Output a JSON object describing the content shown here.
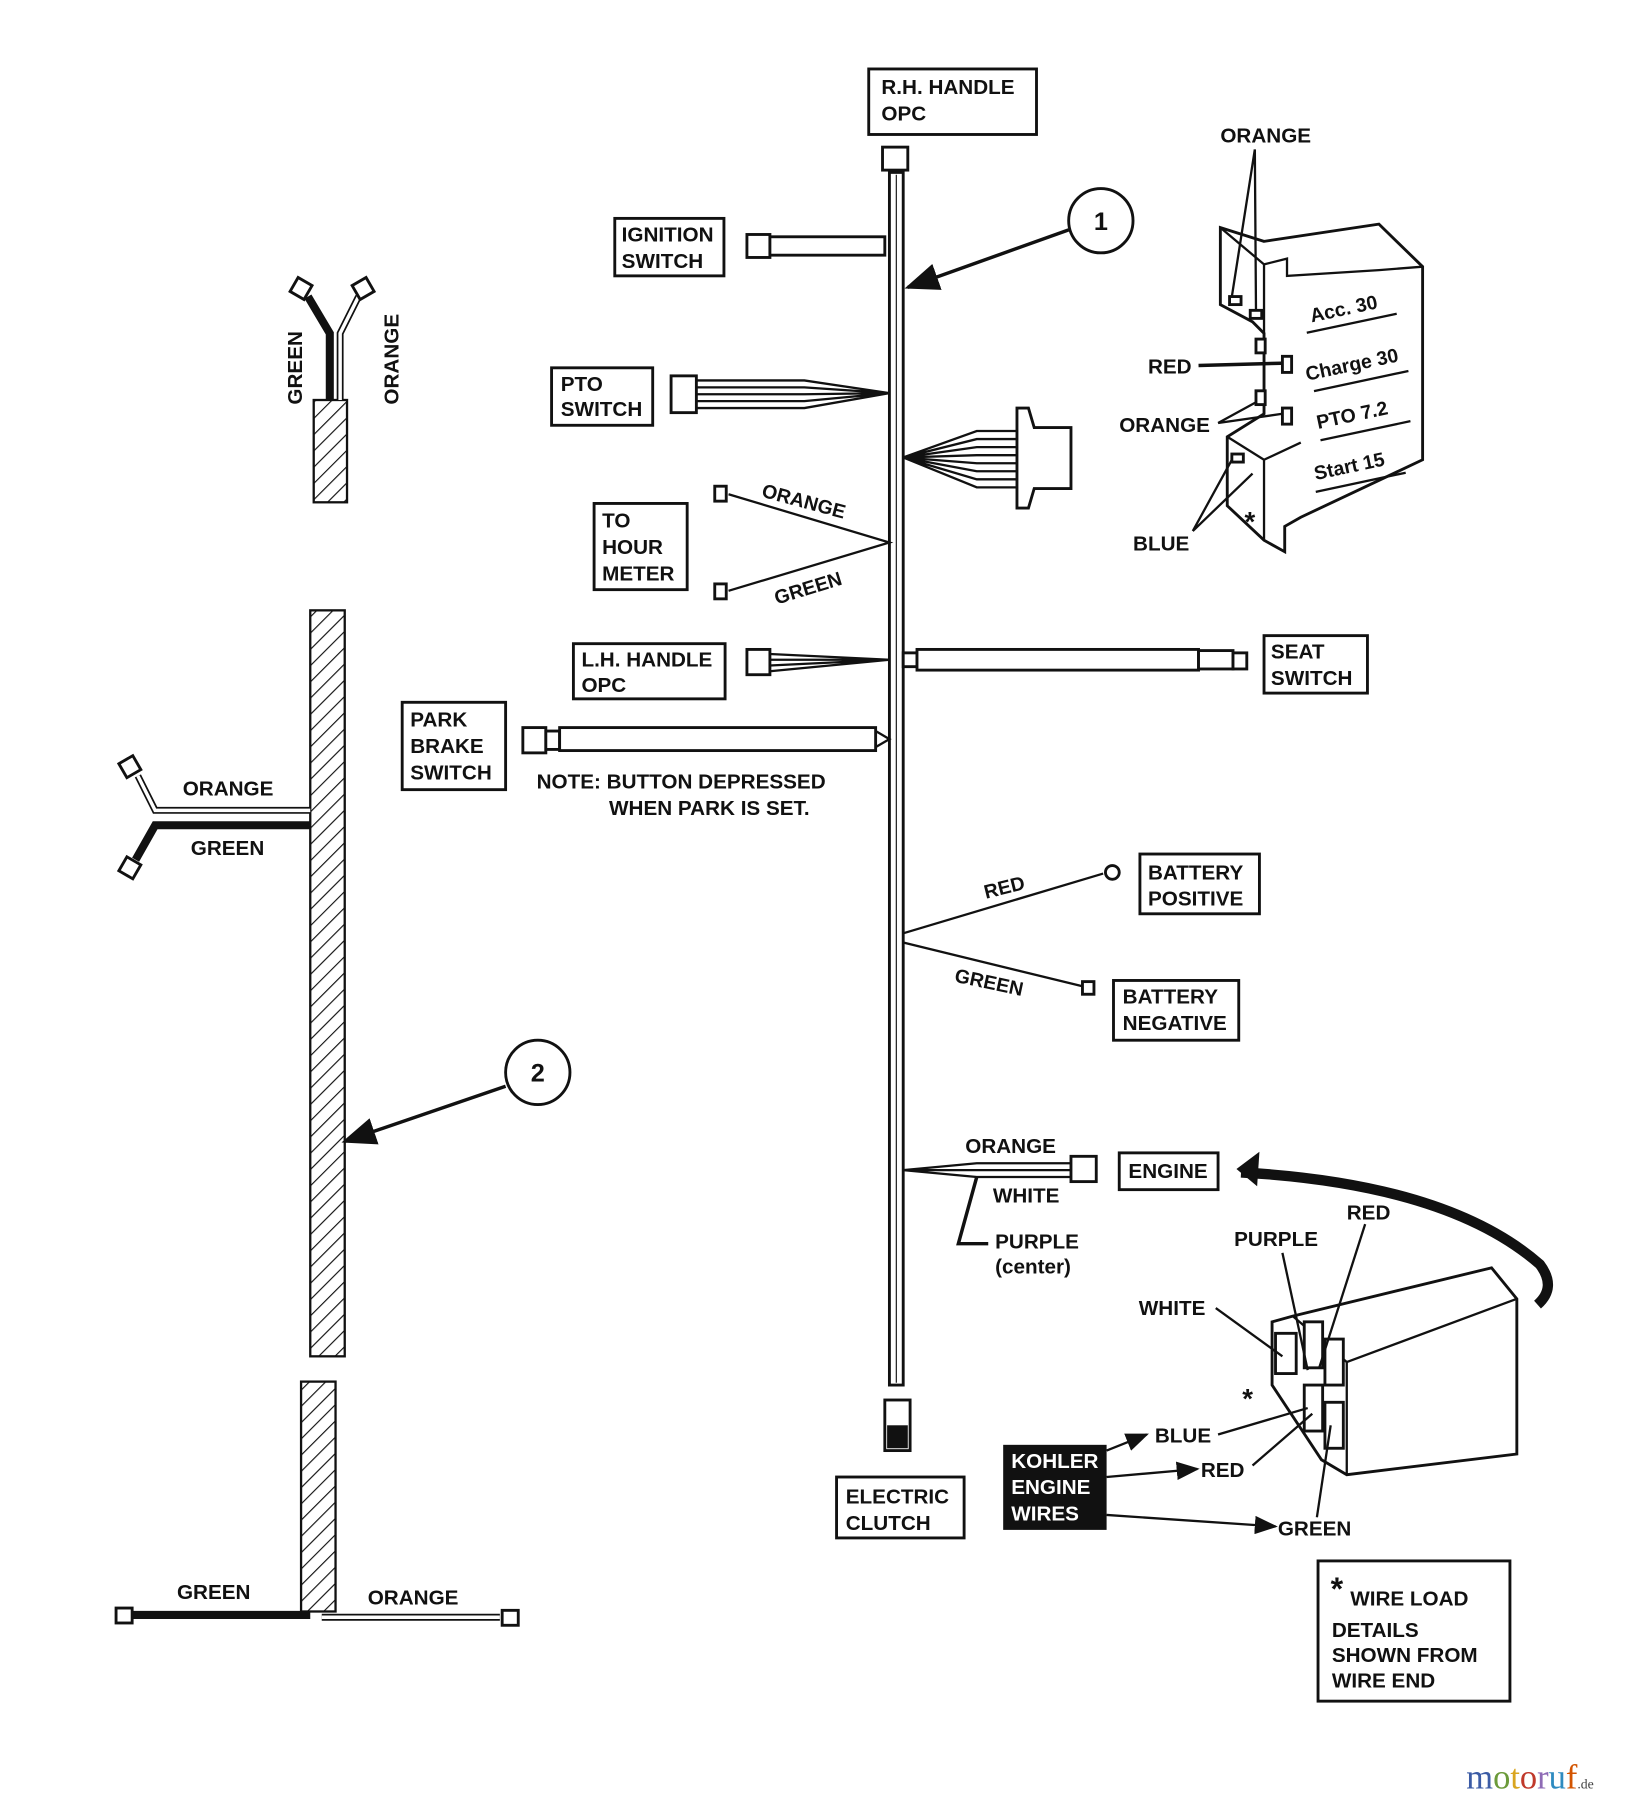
{
  "callouts": {
    "one": "1",
    "two": "2"
  },
  "labels": {
    "rh_handle": [
      "R.H. HANDLE",
      "OPC"
    ],
    "ignition": [
      "IGNITION",
      "SWITCH"
    ],
    "pto": [
      "PTO",
      "SWITCH"
    ],
    "hour_meter": [
      "TO",
      "HOUR",
      "METER"
    ],
    "lh_handle": [
      "L.H. HANDLE",
      "OPC"
    ],
    "park_brake": [
      "PARK",
      "BRAKE",
      "SWITCH"
    ],
    "note": [
      "NOTE: BUTTON DEPRESSED",
      "WHEN PARK IS SET."
    ],
    "seat": [
      "SEAT",
      "SWITCH"
    ],
    "battery_pos": [
      "BATTERY",
      "POSITIVE"
    ],
    "battery_neg": [
      "BATTERY",
      "NEGATIVE"
    ],
    "engine": "ENGINE",
    "clutch": [
      "ELECTRIC",
      "CLUTCH"
    ],
    "kohler": [
      "KOHLER",
      "ENGINE",
      "WIRES"
    ],
    "wire_load": [
      "*",
      "WIRE LOAD",
      "DETAILS",
      "SHOWN FROM",
      "WIRE END"
    ]
  },
  "wires": {
    "hour_orange": "ORANGE",
    "hour_green": "GREEN",
    "bat_red": "RED",
    "bat_green": "GREEN",
    "eng_orange": "ORANGE",
    "eng_white": "WHITE",
    "eng_purple": [
      "PURPLE",
      "(center)"
    ],
    "left_top_green": "GREEN",
    "left_top_orange": "ORANGE",
    "left_mid_orange": "ORANGE",
    "left_mid_green": "GREEN",
    "left_bot_green": "GREEN",
    "left_bot_orange": "ORANGE"
  },
  "key_switch": {
    "orange_top": "ORANGE",
    "red": "RED",
    "orange_mid": "ORANGE",
    "blue": "BLUE",
    "asterisk": "*",
    "terminals": [
      "Acc. 30",
      "Charge 30",
      "PTO 7.2",
      "Start 15"
    ]
  },
  "engine_plug": {
    "purple": "PURPLE",
    "red_top": "RED",
    "white": "WHITE",
    "asterisk": "*",
    "blue": "BLUE",
    "red_bottom": "RED",
    "green": "GREEN"
  },
  "watermark": {
    "text": "motoruf",
    "suffix": ".de"
  }
}
